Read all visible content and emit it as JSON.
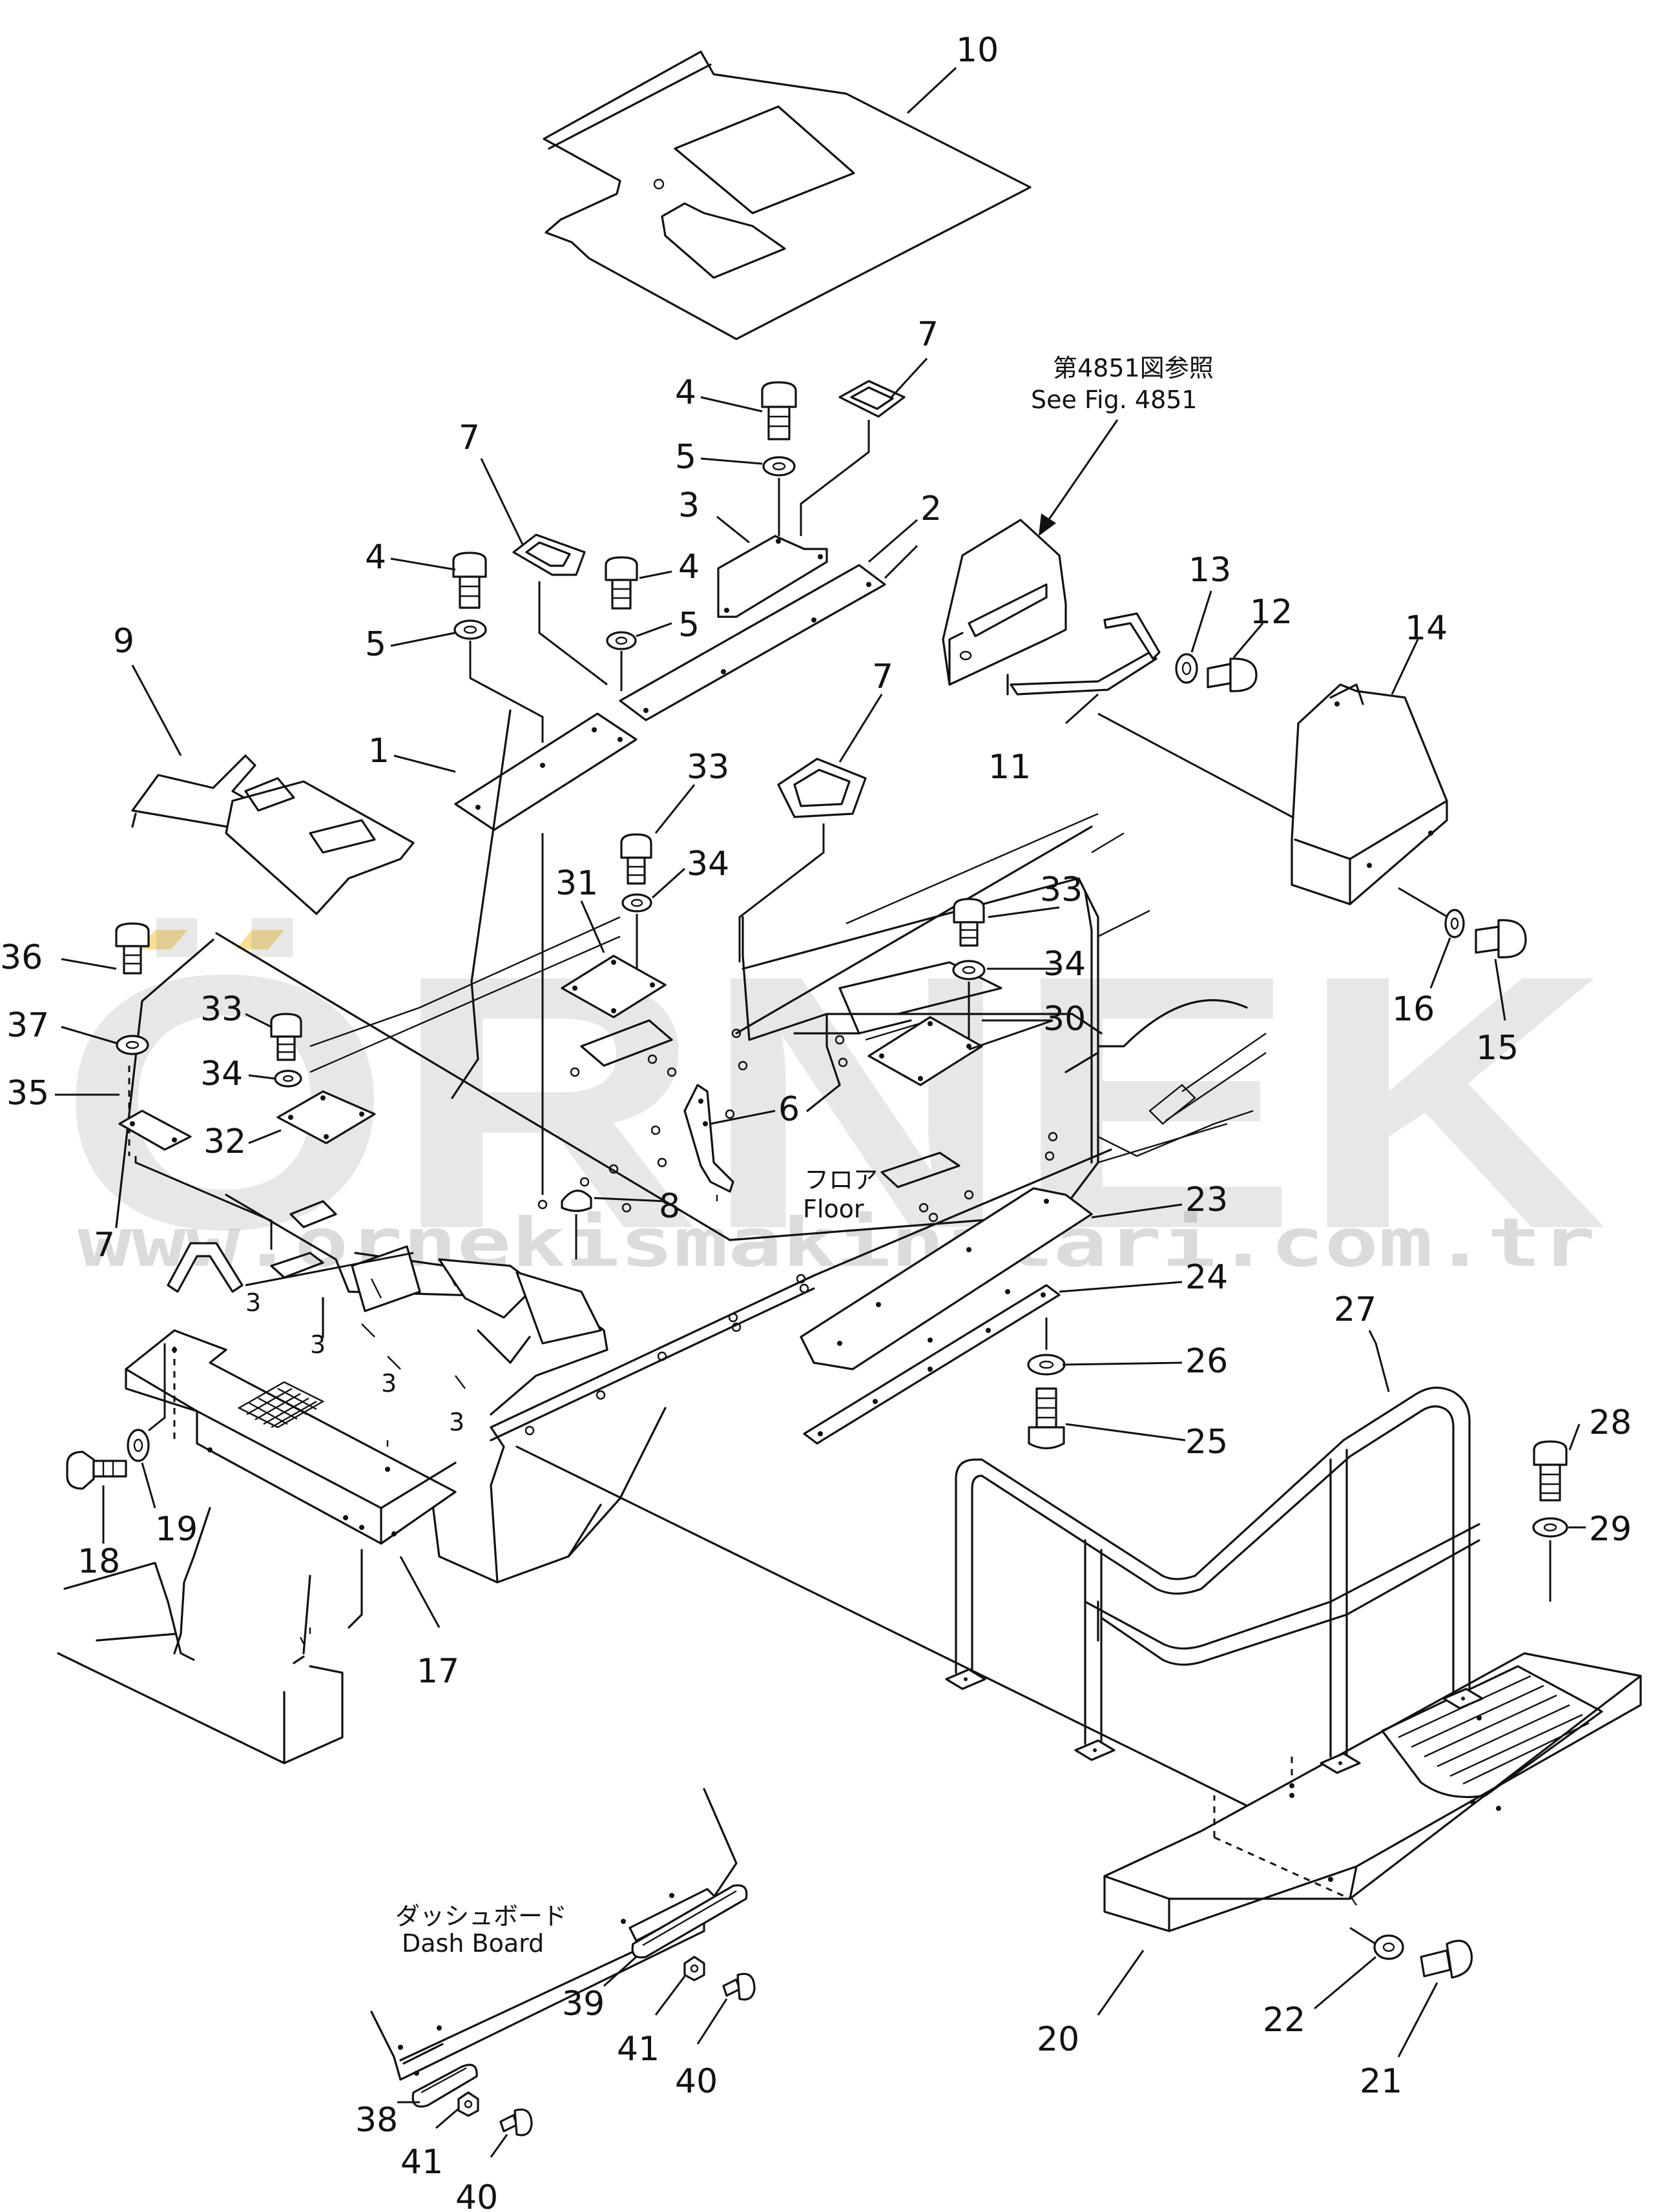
{
  "callouts": [
    {
      "id": "c10",
      "label": "10"
    },
    {
      "id": "c7a",
      "label": "7"
    },
    {
      "id": "c4a",
      "label": "4"
    },
    {
      "id": "c5a",
      "label": "5"
    },
    {
      "id": "c3",
      "label": "3"
    },
    {
      "id": "c2",
      "label": "2"
    },
    {
      "id": "c7b",
      "label": "7"
    },
    {
      "id": "c4b",
      "label": "4"
    },
    {
      "id": "c4c",
      "label": "4"
    },
    {
      "id": "c5b",
      "label": "5"
    },
    {
      "id": "c5c",
      "label": "5"
    },
    {
      "id": "c9",
      "label": "9"
    },
    {
      "id": "c1",
      "label": "1"
    },
    {
      "id": "c7c",
      "label": "7"
    },
    {
      "id": "c33a",
      "label": "33"
    },
    {
      "id": "c34a",
      "label": "34"
    },
    {
      "id": "c31",
      "label": "31"
    },
    {
      "id": "c33b",
      "label": "33"
    },
    {
      "id": "c34b",
      "label": "34"
    },
    {
      "id": "c30",
      "label": "30"
    },
    {
      "id": "c13",
      "label": "13"
    },
    {
      "id": "c12",
      "label": "12"
    },
    {
      "id": "c11",
      "label": "11"
    },
    {
      "id": "c14",
      "label": "14"
    },
    {
      "id": "c16",
      "label": "16"
    },
    {
      "id": "c15",
      "label": "15"
    },
    {
      "id": "c36",
      "label": "36"
    },
    {
      "id": "c37",
      "label": "37"
    },
    {
      "id": "c35",
      "label": "35"
    },
    {
      "id": "c33c",
      "label": "33"
    },
    {
      "id": "c34c",
      "label": "34"
    },
    {
      "id": "c32",
      "label": "32"
    },
    {
      "id": "c6",
      "label": "6"
    },
    {
      "id": "c8",
      "label": "8"
    },
    {
      "id": "c23",
      "label": "23"
    },
    {
      "id": "c24",
      "label": "24"
    },
    {
      "id": "c26",
      "label": "26"
    },
    {
      "id": "c25",
      "label": "25"
    },
    {
      "id": "c27",
      "label": "27"
    },
    {
      "id": "c7d",
      "label": "7"
    },
    {
      "id": "c28",
      "label": "28"
    },
    {
      "id": "c29",
      "label": "29"
    },
    {
      "id": "c18",
      "label": "18"
    },
    {
      "id": "c19",
      "label": "19"
    },
    {
      "id": "c17",
      "label": "17"
    },
    {
      "id": "c20",
      "label": "20"
    },
    {
      "id": "c22",
      "label": "22"
    },
    {
      "id": "c21",
      "label": "21"
    },
    {
      "id": "c39",
      "label": "39"
    },
    {
      "id": "c41a",
      "label": "41"
    },
    {
      "id": "c40a",
      "label": "40"
    },
    {
      "id": "c38",
      "label": "38"
    },
    {
      "id": "c41b",
      "label": "41"
    },
    {
      "id": "c40b",
      "label": "40"
    }
  ],
  "notes": {
    "see_fig_jp": "第4851図参照",
    "see_fig_en": "See Fig. 4851",
    "floor_jp": "フロア",
    "floor_en": "Floor",
    "dash_jp": "ダッシュボード",
    "dash_en": "Dash Board"
  },
  "watermark": {
    "brand": "ÖRNEK",
    "url": "www.ornekismakinalari.com.tr",
    "accent_color": "#f2c43c",
    "text_color": "#8a8a8a"
  }
}
